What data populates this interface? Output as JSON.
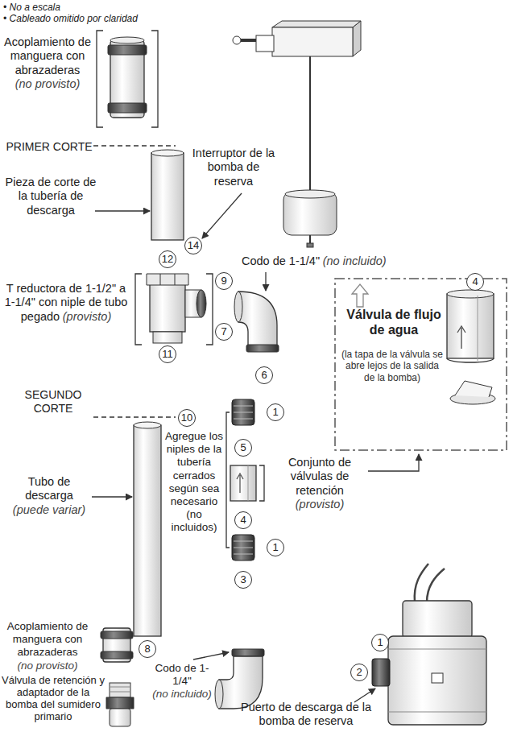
{
  "diagram": {
    "nodes": [
      {
        "text": [
          "Válvula de flujo de agua",
          "(la tapa de la válvula se abre lejos de la salida de la bomba)"
        ]
      }
    ],
    "labels": [
      "• No a escala",
      "• Cableado omitido por claridad",
      "Acoplamiento de manguera con abrazaderas",
      "(no provisto)",
      "PRIMER CORTE",
      "Interruptor de la bomba de reserva",
      "Pieza de corte de la tubería de descarga",
      "14",
      "12",
      "Codo de 1-1/4\"",
      "(no incluido)",
      "9",
      "T reductora de 1-1/2\" a 1-1/4\" con niple de tubo pegado",
      "(provisto)",
      "7",
      "4",
      "11",
      "SEGUNDO CORTE",
      "10",
      "6",
      "1",
      "Agregue los niples de la tubería cerrados según sea necesario (no incluidos)",
      "5",
      "Conjunto de válvulas de retención",
      "(provisto)",
      "Tubo de descarga",
      "(puede variar)",
      "4",
      "1",
      "8",
      "3",
      "Acoplamiento de manguera con abrazaderas",
      "(no provisto)",
      "Codo de 1-1/4\"",
      "(no incluido)",
      "2",
      "1",
      "Válvula de retención y adaptador de la bomba del sumidero primario",
      "Puerto de descarga de la bomba de reserva"
    ]
  }
}
